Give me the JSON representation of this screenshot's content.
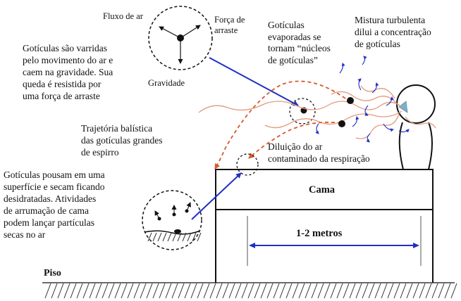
{
  "labels": {
    "airflow": "Fluxo de ar",
    "drag_force": "Força de\narraste",
    "gravity": "Gravidade",
    "swept_droplets": "Gotículas são varridas\npelo movimento do ar e\ncaem na gravidade. Sua\nqueda é resistida por\numa força de arraste",
    "evaporated_droplets": "Gotículas\nevaporadas se\ntornam “núcleos\nde gotículas”",
    "turbulent_mixing": "Mistura turbulenta\ndilui a concentração\nde gotículas",
    "ballistic_trajectory": "Trajetória balística\ndas gotículas grandes\nde espirro",
    "air_dilution": "Diluição do ar\ncontaminado da respiração",
    "settled_droplets": "Gotículas pousam em uma\nsuperfície e secam ficando\ndesidratadas. Atividades\nde arrumação de cama\npodem lançar partículas\nsecas no ar",
    "bed": "Cama",
    "distance": "1-2 metros",
    "floor": "Piso"
  },
  "colors": {
    "arrow_blue": "#1f2fc4",
    "trajectory_red": "#d9572b",
    "plume_orange": "#e8a58a",
    "face_shield": "#7fb0c8",
    "ink": "#111111"
  }
}
